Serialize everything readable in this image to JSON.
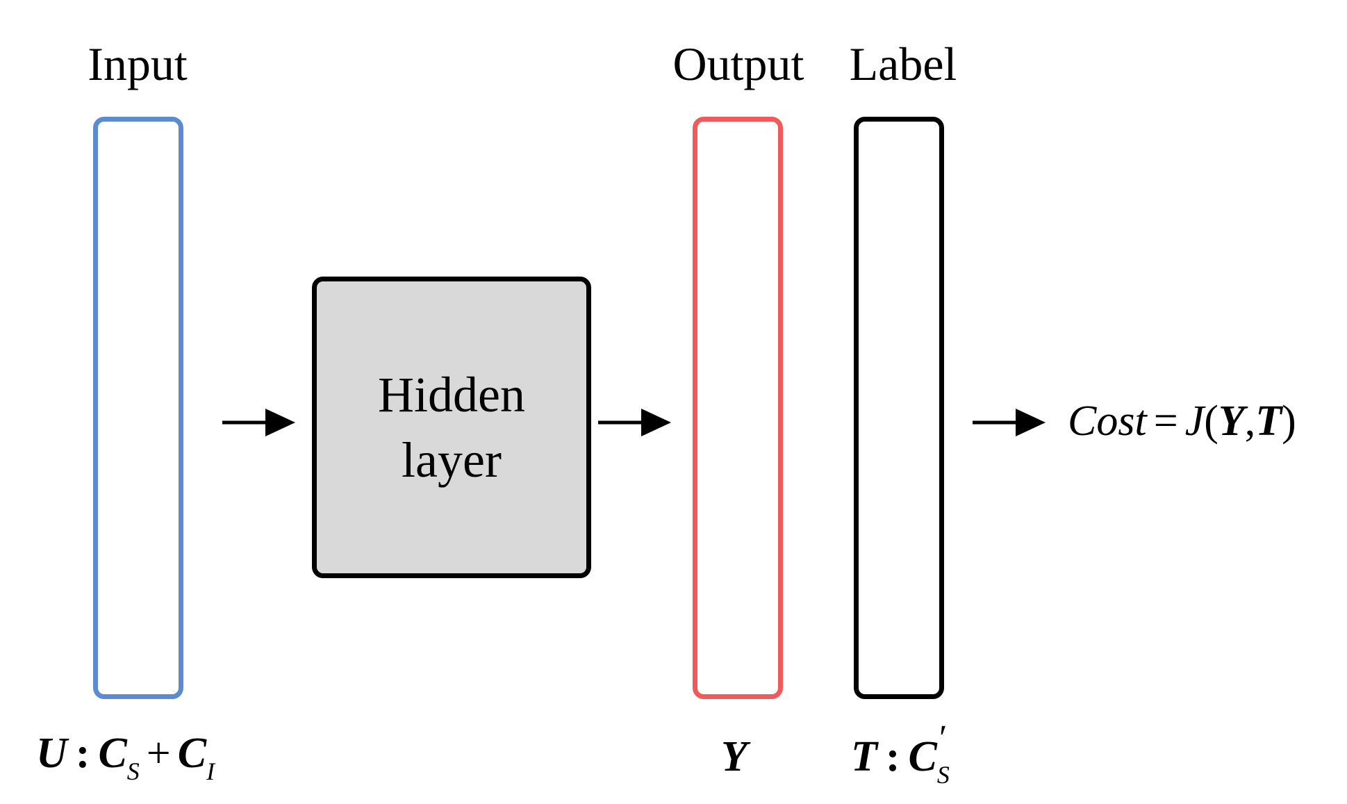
{
  "colors": {
    "input_border": "#5b8bd0",
    "output_border": "#f05a5a",
    "label_border": "#000000",
    "hidden_fill": "#d9d9d9",
    "hidden_border": "#000000",
    "arrow": "#000000"
  },
  "titles": {
    "input": "Input",
    "output": "Output",
    "label": "Label"
  },
  "hidden_layer": {
    "line1": "Hidden",
    "line2": "layer"
  },
  "formulas": {
    "input": {
      "var": "U",
      "sep": ":",
      "term1": "C",
      "term1_sub": "S",
      "op": "+",
      "term2": "C",
      "term2_sub": "I"
    },
    "output": {
      "var": "Y"
    },
    "label": {
      "var": "T",
      "sep": ":",
      "term": "C",
      "term_sub": "S",
      "prime": "′"
    },
    "cost": {
      "name": "Cost",
      "eq": "=",
      "func": "J",
      "open": "(",
      "arg1": "Y",
      "comma": ",",
      "arg2": "T",
      "close": ")"
    }
  }
}
